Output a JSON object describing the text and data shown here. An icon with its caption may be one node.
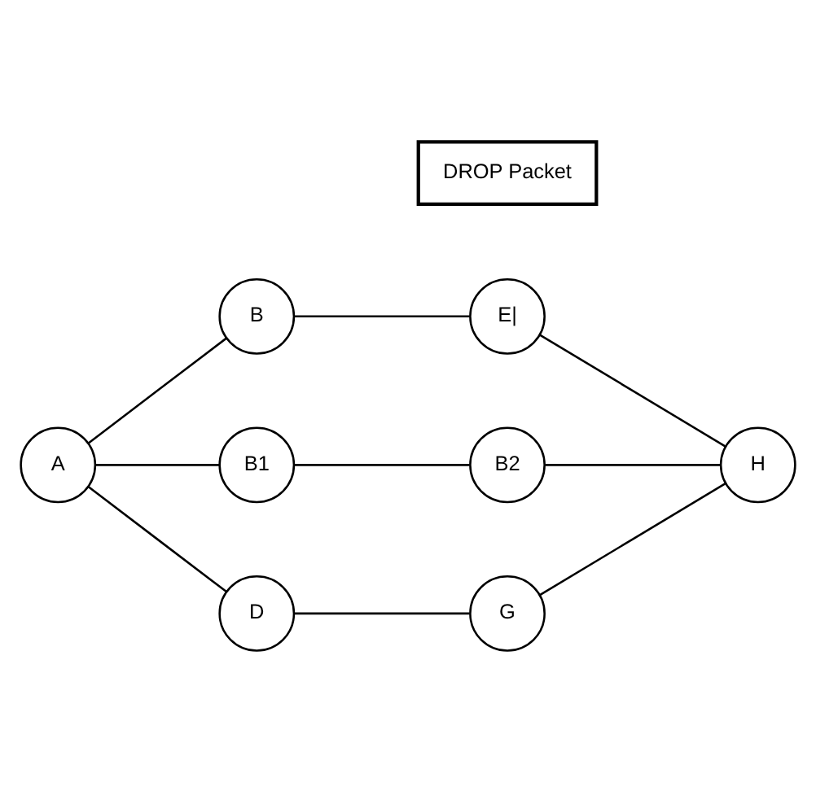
{
  "diagram": {
    "nodes": [
      {
        "text": [
          "B"
        ]
      },
      {
        "text": [
          "E|"
        ]
      },
      {
        "text": [
          "B2"
        ]
      },
      {
        "text": [
          "A"
        ]
      },
      {
        "text": [
          "H"
        ]
      },
      {
        "text": [
          "B1"
        ]
      },
      {
        "text": [
          "DROP Packet"
        ]
      },
      {
        "text": [
          "G"
        ]
      },
      {
        "text": [
          "D"
        ]
      }
    ],
    "edges": [
      {
        "from": 3,
        "to": 0,
        "arrow": "none"
      },
      {
        "from": 0,
        "to": 1,
        "arrow": "none"
      },
      {
        "from": 1,
        "to": 4,
        "arrow": "none"
      },
      {
        "from": 3,
        "to": 5,
        "arrow": "none"
      },
      {
        "from": 5,
        "to": 2,
        "arrow": "none"
      },
      {
        "from": 2,
        "to": 4,
        "arrow": "none"
      },
      {
        "from": 3,
        "to": 8,
        "arrow": "none"
      },
      {
        "from": 8,
        "to": 7,
        "arrow": "none"
      },
      {
        "from": 7,
        "to": 4,
        "arrow": "none"
      }
    ]
  }
}
